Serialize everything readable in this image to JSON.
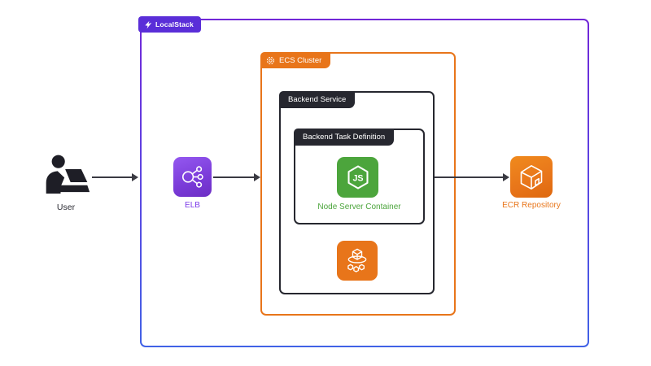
{
  "localstack": {
    "label": "LocalStack"
  },
  "ecs_cluster": {
    "label": "ECS Cluster"
  },
  "backend_service": {
    "label": "Backend Service"
  },
  "task_definition": {
    "label": "Backend Task Definition"
  },
  "node_container": {
    "label": "Node Server Container",
    "badge": "JS"
  },
  "user": {
    "label": "User"
  },
  "elb": {
    "label": "ELB"
  },
  "ecr": {
    "label": "ECR Repository"
  },
  "icons": [
    "localstack-logo-icon",
    "ecs-cluster-icon",
    "nodejs-hexagon-icon",
    "ecs-service-icon",
    "elb-load-balancer-icon",
    "ecr-repository-icon",
    "user-at-laptop-icon",
    "arrowhead-icon"
  ],
  "colors": {
    "aws_orange": "#E8751A",
    "dark_tab": "#26272F",
    "node_green": "#4CA53C",
    "elb_purple_label": "#7C3BE8",
    "localstack_purple": "#5A2ED8",
    "outer_border_top": "#7227D8",
    "outer_border_bottom": "#4162E6",
    "arrow": "#3A3A42",
    "background": "#FFFFFF"
  }
}
